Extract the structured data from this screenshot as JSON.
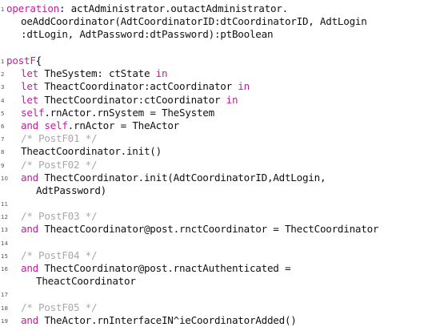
{
  "operation": {
    "lines": [
      {
        "number": "1",
        "parts": [
          {
            "kind": "kw",
            "text": "operation"
          },
          {
            "kind": "tx",
            "text": ": actAdministrator.outactAdministrator."
          }
        ]
      },
      {
        "number": "",
        "parts": [
          {
            "kind": "tx",
            "text": "oeAddCoordinator(AdtCoordinatorID:dtCoordinatorID, AdtLogin"
          }
        ]
      },
      {
        "number": "",
        "parts": [
          {
            "kind": "tx",
            "text": ":dtLogin, AdtPassword:dtPassword):ptBoolean"
          }
        ]
      }
    ]
  },
  "post": {
    "lines": [
      {
        "number": "1",
        "parts": [
          {
            "kind": "kw",
            "text": "postF"
          },
          {
            "kind": "tx",
            "text": "{"
          }
        ]
      },
      {
        "number": "2",
        "parts": [
          {
            "kind": "kw",
            "text": "let"
          },
          {
            "kind": "tx",
            "text": " TheSystem: ctState "
          },
          {
            "kind": "kw",
            "text": "in"
          }
        ]
      },
      {
        "number": "3",
        "parts": [
          {
            "kind": "kw",
            "text": "let"
          },
          {
            "kind": "tx",
            "text": " TheactCoordinator:actCoordinator "
          },
          {
            "kind": "kw",
            "text": "in"
          }
        ]
      },
      {
        "number": "4",
        "parts": [
          {
            "kind": "kw",
            "text": "let"
          },
          {
            "kind": "tx",
            "text": " ThectCoordinator:ctCoordinator "
          },
          {
            "kind": "kw",
            "text": "in"
          }
        ]
      },
      {
        "number": "5",
        "parts": [
          {
            "kind": "kw",
            "text": "self"
          },
          {
            "kind": "tx",
            "text": ".rnActor.rnSystem = TheSystem"
          }
        ]
      },
      {
        "number": "6",
        "parts": [
          {
            "kind": "kw",
            "text": "and self"
          },
          {
            "kind": "tx",
            "text": ".rnActor = TheActor"
          }
        ]
      },
      {
        "number": "7",
        "parts": [
          {
            "kind": "cm",
            "text": "/* PostF01 */"
          }
        ]
      },
      {
        "number": "8",
        "parts": [
          {
            "kind": "tx",
            "text": "TheactCoordinator.init()"
          }
        ]
      },
      {
        "number": "9",
        "parts": [
          {
            "kind": "cm",
            "text": "/* PostF02 */"
          }
        ]
      },
      {
        "number": "10",
        "parts": [
          {
            "kind": "kw",
            "text": "and"
          },
          {
            "kind": "tx",
            "text": " ThectCoordinator.init(AdtCoordinatorID,AdtLogin,"
          }
        ]
      },
      {
        "number": "",
        "parts": [
          {
            "kind": "tx",
            "text": "AdtPassword)"
          }
        ]
      },
      {
        "number": "11",
        "parts": []
      },
      {
        "number": "12",
        "parts": [
          {
            "kind": "cm",
            "text": "/* PostF03 */"
          }
        ]
      },
      {
        "number": "13",
        "parts": [
          {
            "kind": "kw",
            "text": "and"
          },
          {
            "kind": "tx",
            "text": " TheactCoordinator@post.rnctCoordinator = ThectCoordinator"
          }
        ]
      },
      {
        "number": "14",
        "parts": []
      },
      {
        "number": "15",
        "parts": [
          {
            "kind": "cm",
            "text": "/* PostF04 */"
          }
        ]
      },
      {
        "number": "16",
        "parts": [
          {
            "kind": "kw",
            "text": "and"
          },
          {
            "kind": "tx",
            "text": " ThectCoordinator@post.rnactAuthenticated ="
          }
        ]
      },
      {
        "number": "",
        "parts": [
          {
            "kind": "tx",
            "text": "TheactCoordinator"
          }
        ]
      },
      {
        "number": "17",
        "parts": []
      },
      {
        "number": "18",
        "parts": [
          {
            "kind": "cm",
            "text": "/* PostF05 */"
          }
        ]
      },
      {
        "number": "19",
        "parts": [
          {
            "kind": "kw",
            "text": "and"
          },
          {
            "kind": "tx",
            "text": " TheActor.rnInterfaceIN^ieCoordinatorAdded()"
          }
        ]
      }
    ]
  },
  "colors": {
    "keyword": "#c81aa0",
    "comment": "#a9a9a9",
    "text": "#111111",
    "line_number": "#555555"
  }
}
